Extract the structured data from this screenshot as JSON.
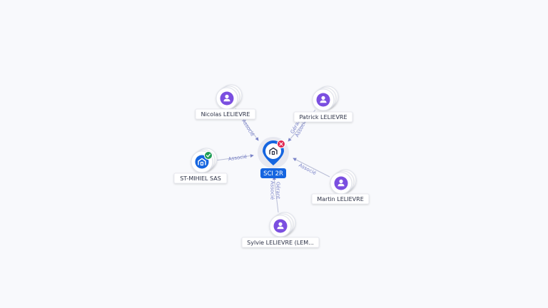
{
  "center": {
    "label": "SCI 2R",
    "badge": "close-icon",
    "icon": "company-icon",
    "color": "#1565e0"
  },
  "nodes": [
    {
      "id": "nicolas",
      "label": "Nicolas LELIEVRE",
      "type": "person",
      "icon": "person-icon"
    },
    {
      "id": "patrick",
      "label": "Patrick LELIEVRE",
      "type": "person",
      "icon": "person-icon"
    },
    {
      "id": "stmihiel",
      "label": "ST-MIHIEL SAS",
      "type": "company",
      "icon": "company-icon",
      "badge": "check-icon"
    },
    {
      "id": "martin",
      "label": "Martin LELIEVRE",
      "type": "person",
      "icon": "person-icon"
    },
    {
      "id": "sylvie",
      "label": "Sylvie LELIEVRE (LEM...",
      "type": "person",
      "icon": "person-icon"
    }
  ],
  "edges": [
    {
      "from": "nicolas",
      "labels": [
        "Associé"
      ]
    },
    {
      "from": "patrick",
      "labels": [
        "Gérant",
        "Associé"
      ]
    },
    {
      "from": "stmihiel",
      "labels": [
        "Associé"
      ]
    },
    {
      "from": "martin",
      "labels": [
        "Associé"
      ]
    },
    {
      "from": "sylvie",
      "labels": [
        "Gérant",
        "Associé"
      ]
    }
  ],
  "colors": {
    "person": "#7b4fe0",
    "company": "#1565e0",
    "badge_close": "#e0234e",
    "badge_check": "#1f9d55",
    "edge": "#b8bdd6"
  }
}
